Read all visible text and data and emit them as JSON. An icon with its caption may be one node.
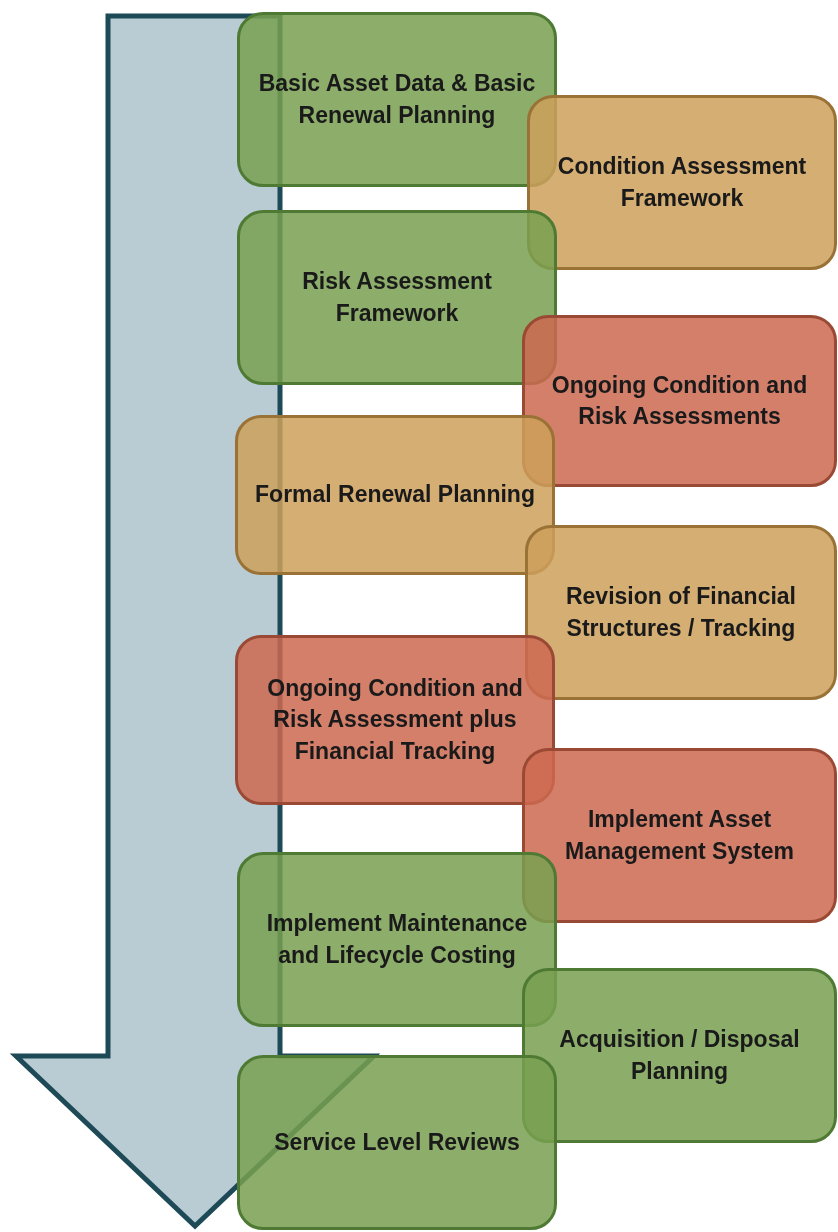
{
  "diagram": {
    "nodes": [
      {
        "text": [
          "Basic Asset Data & Basic Renewal Planning"
        ]
      },
      {
        "text": [
          "Condition Assessment Framework"
        ]
      },
      {
        "text": [
          "Risk Assessment Framework"
        ]
      },
      {
        "text": [
          "Ongoing Condition and Risk Assessments"
        ]
      },
      {
        "text": [
          "Formal Renewal Planning"
        ]
      },
      {
        "text": [
          "Revision of Financial Structures / Tracking"
        ]
      },
      {
        "text": [
          "Ongoing Condition and Risk Assessment plus Financial Tracking"
        ]
      },
      {
        "text": [
          "Implement Asset Management System"
        ]
      },
      {
        "text": [
          "Implement Maintenance and Lifecycle Costing"
        ]
      },
      {
        "text": [
          "Acquisition / Disposal Planning"
        ]
      },
      {
        "text": [
          "Service Level Reviews"
        ]
      }
    ],
    "edges": []
  }
}
